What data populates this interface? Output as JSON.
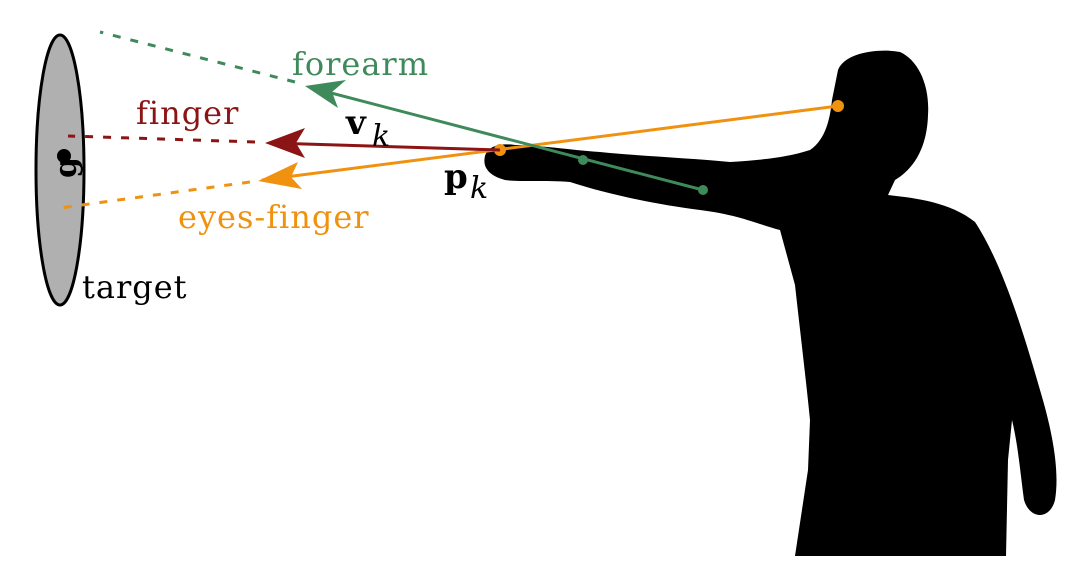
{
  "labels": {
    "forearm": "forearm",
    "finger": "finger",
    "eyes_finger": "eyes-finger",
    "target": "target",
    "g": "g",
    "v": "v",
    "p": "p",
    "subscript": "k"
  },
  "colors": {
    "forearm": "#3f8a5a",
    "finger": "#8b1414",
    "eyes_finger": "#f0920f",
    "target_fill": "#b0b0b0",
    "silhouette": "#000000"
  },
  "icons": {
    "person": "person-silhouette-icon",
    "target": "target-ellipse-icon"
  }
}
